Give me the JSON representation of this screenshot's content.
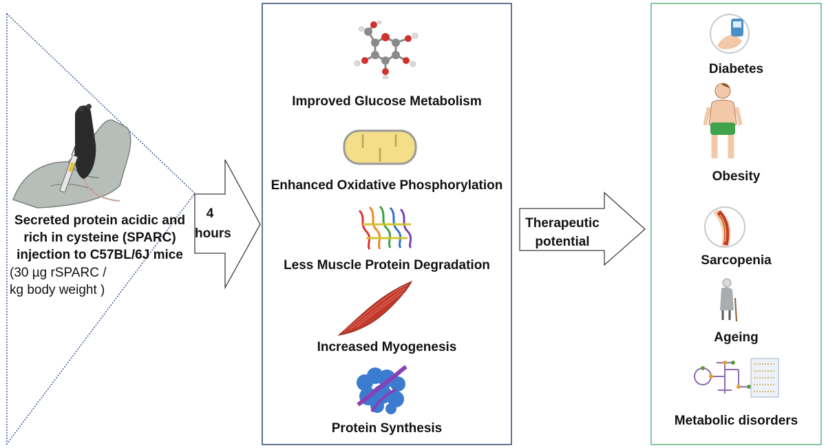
{
  "injection": {
    "line1": "Secreted protein acidic  and",
    "line2": "rich in cysteine (SPARC)",
    "line3": "injection to C57BL/6J mice",
    "dose1": "(30 µg rSPARC /",
    "dose2": "kg body weight )"
  },
  "time": {
    "line1": "4",
    "line2": "hours"
  },
  "effects": {
    "glucose": "Improved Glucose Metabolism",
    "oxphos": "Enhanced Oxidative Phosphorylation",
    "protein_degradation": "Less Muscle Protein Degradation",
    "myogenesis": "Increased Myogenesis",
    "synthesis": "Protein Synthesis"
  },
  "therapeutic": {
    "line1": "Therapeutic",
    "line2": "potential"
  },
  "conditions": {
    "diabetes": "Diabetes",
    "obesity": "Obesity",
    "sarcopenia": "Sarcopenia",
    "ageing": "Ageing",
    "metabolic": "Metabolic disorders"
  },
  "colors": {
    "left_border": "#2e4a8c",
    "middle_border": "#1f3864",
    "right_border": "#4caf7d",
    "arrow_stroke": "#3c3c3c"
  }
}
